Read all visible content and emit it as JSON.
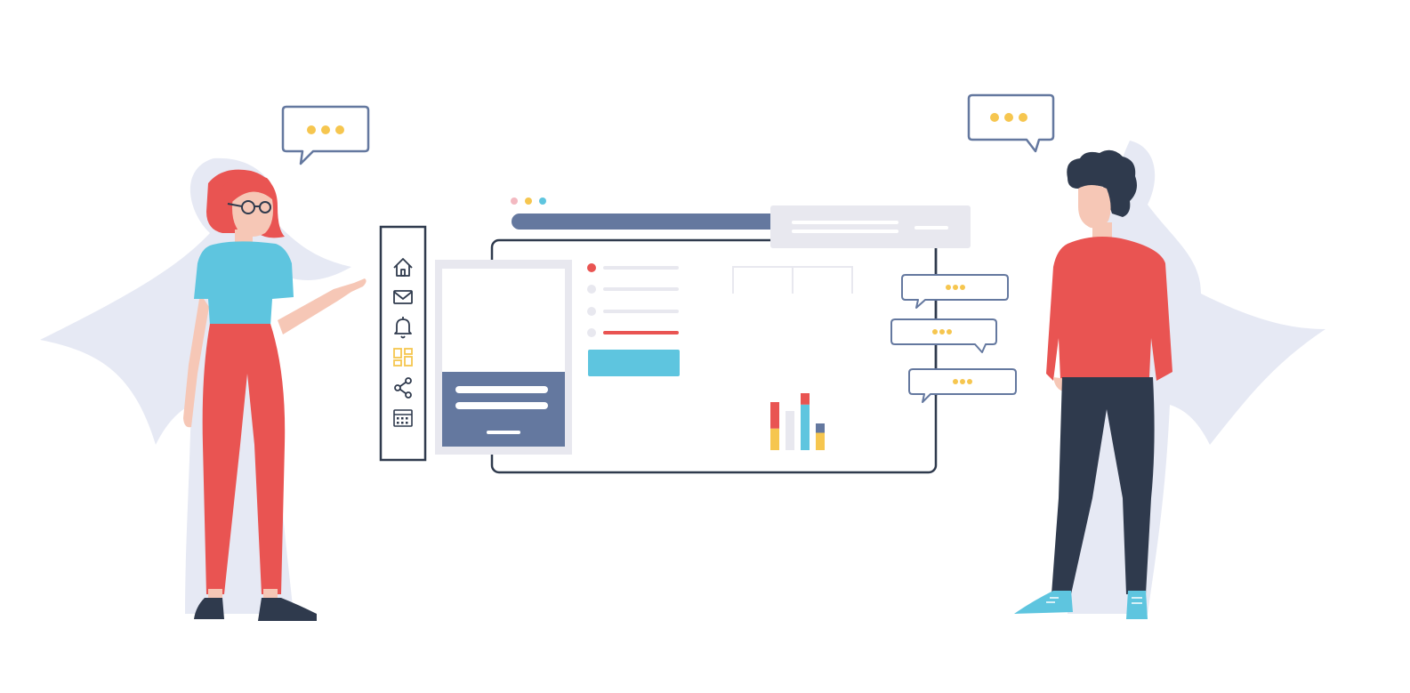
{
  "colors": {
    "navy": "#64789f",
    "navy_dark": "#2f3a4d",
    "red": "#e95452",
    "yellow": "#f6c64f",
    "cyan": "#5ec5df",
    "light_gray": "#e8e8ef",
    "cape": "#e6e9f4",
    "outline": "#2f3a4d",
    "skin": "#f6c7b6"
  },
  "sidebar": {
    "items": [
      {
        "icon": "home-icon"
      },
      {
        "icon": "mail-icon"
      },
      {
        "icon": "bell-icon"
      },
      {
        "icon": "dashboard-grid-icon",
        "active": true
      },
      {
        "icon": "share-icon"
      },
      {
        "icon": "calendar-icon"
      }
    ]
  },
  "window": {
    "dots": [
      "#f3b9c1",
      "#f6c64f",
      "#5ec5df"
    ]
  },
  "bar_chart": {
    "stacks": [
      {
        "segments": [
          "#e95452",
          "#f6c64f"
        ],
        "ratio": [
          0.55,
          0.45
        ]
      },
      {
        "segments": [
          "#e8e8ef"
        ],
        "ratio": [
          1.0
        ]
      },
      {
        "segments": [
          "#e95452",
          "#5ec5df"
        ],
        "ratio": [
          0.2,
          0.8
        ]
      },
      {
        "segments": [
          "#64789f",
          "#f6c64f"
        ],
        "ratio": [
          0.35,
          0.65
        ]
      }
    ]
  },
  "chat_bubbles": {
    "count": 5
  }
}
